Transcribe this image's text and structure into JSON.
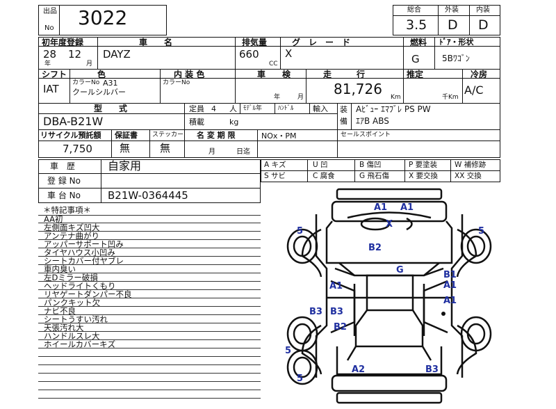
{
  "lot": {
    "label_top": "出品",
    "label_bottom": "No",
    "number": "3022"
  },
  "grades": {
    "total_label": "総合",
    "exterior_label": "外装",
    "interior_label": "内装",
    "total": "3.5",
    "exterior": "D",
    "interior": "D"
  },
  "row2": {
    "first_reg_label": "初年度登録",
    "name_label": "車　　名",
    "displacement_label": "排気量",
    "grade_label": "グ　レ　ー　ド",
    "fuel_label": "燃料",
    "door_label": "ﾄﾞｱ・形状",
    "year": "28",
    "year_unit": "年",
    "month": "12",
    "month_unit": "月",
    "car_name": "DAYZ",
    "displacement": "660",
    "cc_unit": "CC",
    "grade": "X",
    "fuel": "G",
    "door_shape": "5Bﾜｺﾞﾝ"
  },
  "row3": {
    "shift_label": "シフト",
    "color_label": "色",
    "interior_color_label": "内 装 色",
    "inspection_label": "車　　検",
    "mileage_label": "走　　　行",
    "estimate_label": "推定",
    "ac_label": "冷房",
    "shift": "IAT",
    "color_no_label": "カラーNo",
    "color_code": "A31",
    "color_name": "クールシルバー",
    "interior_color_no_label": "カラーNo",
    "year_unit": "年",
    "month_unit": "月",
    "mileage": "81,726",
    "km_unit": "Km",
    "thousand_km": "千Km",
    "ac": "A/C"
  },
  "row4": {
    "model_label": "型　　式",
    "capacity_label": "定員",
    "capacity": "4",
    "person_unit": "人",
    "load_label": "積載",
    "kg_unit": "kg",
    "model_label2": "ﾓﾃﾞﾙ年",
    "handle_label": "ﾊﾝﾄﾞﾙ",
    "import_label": "輸入",
    "equipment_label_a": "装",
    "equipment_label_b": "備",
    "model": "DBA-B21W",
    "equipment_line1": "Aﾋﾞｭｰ ｴﾏﾌﾞﾚ PS PW",
    "equipment_line2": "ｴｱB ABS"
  },
  "row5": {
    "recycle_label": "リサイクル預託額",
    "warranty_label": "保証書",
    "sticker_label": "ステッカー",
    "name_change_label": "名 変 期 限",
    "nox_label": "NOx・PM",
    "sales_point_label": "セールスポイント",
    "recycle": "7,750",
    "warranty": "無",
    "sticker": "無",
    "month_unit": "月",
    "day_label": "日迄"
  },
  "history": {
    "history_label": "車　歴",
    "history": "自家用",
    "reg_label": "登 録 No",
    "chassis_label": "車 台 No",
    "chassis": "B21W-0364445"
  },
  "legend": {
    "row1": [
      "A キズ",
      "U 凹",
      "B 傷凹",
      "P 要塗装",
      "W 補修跡"
    ],
    "row2": [
      "S サビ",
      "C 腐食",
      "G 飛石傷",
      "X 要交換",
      "XX 交換"
    ]
  },
  "notes": {
    "title": "＊特記事項＊",
    "items": [
      "AA初",
      "左側面キズ凹大",
      "アンテナ曲がり",
      "アッパーサポート凹み",
      "タイヤハウス小凹み",
      "シートカバー付ヤブレ",
      "車内臭い",
      "左Dミラー破損",
      "ヘッドライトくもり",
      "リヤゲートダンパー不良",
      "パンクキット欠",
      "ナビ不良",
      "シートうすい汚れ",
      "天張汚れ大",
      "ハンドルスレ大",
      "ホイールカバーキズ"
    ]
  },
  "damage_marks": {
    "front_bumper_left": "A1",
    "front_bumper_right": "A1",
    "hood": "X",
    "left_front_wheel": "5",
    "right_front_wheel": "5",
    "windshield": "B2",
    "roof": "G",
    "left_front_door": "A1",
    "right_front_door": "B1",
    "right_rear_door": "A1",
    "right_rear_quarter": "A1",
    "left_rear_door_a": "B3",
    "left_rear_door_b": "B3",
    "left_rear_quarter": "B2",
    "left_rear_wheel": "5",
    "left_rear_lower": "5",
    "rear_bumper_left": "A2",
    "rear_bumper_right": "B3"
  }
}
